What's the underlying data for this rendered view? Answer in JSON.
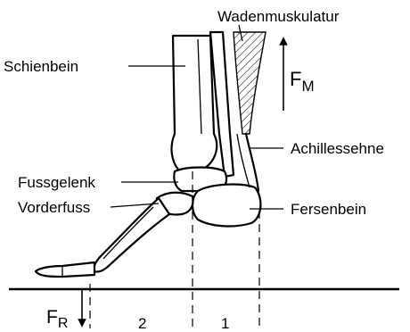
{
  "labels": {
    "calf_muscles": "Wadenmuskulatur",
    "shin_bone": "Schienbein",
    "force_muscle_main": "F",
    "force_muscle_sub": "M",
    "achilles_tendon": "Achillessehne",
    "ankle_joint": "Fussgelenk",
    "forefoot": "Vorderfuss",
    "heel_bone": "Fersenbein",
    "force_reaction_main": "F",
    "force_reaction_sub": "R",
    "lever_segment_2": "2",
    "lever_segment_1": "1"
  }
}
